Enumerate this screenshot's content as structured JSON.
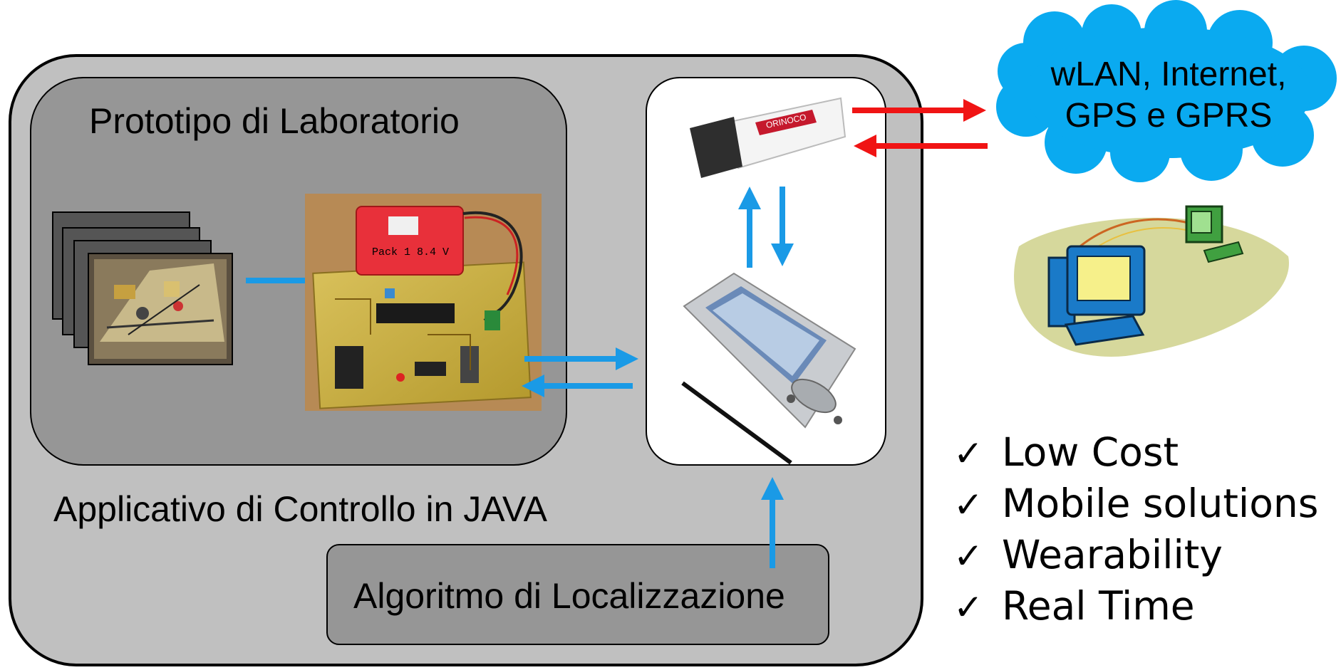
{
  "labels": {
    "prototype": "Prototipo di Laboratorio",
    "application": "Applicativo di Controllo in JAVA",
    "algorithm": "Algoritmo di Localizzazione",
    "network_line1": "wLAN, Internet,",
    "network_line2": "GPS e GPRS"
  },
  "battery_label": "Pack 1 8.4 V",
  "pccard_brand": "ORINOCO",
  "features": [
    "Low Cost",
    "Mobile solutions",
    "Wearability",
    "Real Time"
  ],
  "colors": {
    "outer_box": "#c0c0c0",
    "prototype_box": "#969696",
    "blue_arrow": "#1a9ae6",
    "red_arrow": "#f01414",
    "cloud": "#0aaaf0"
  }
}
